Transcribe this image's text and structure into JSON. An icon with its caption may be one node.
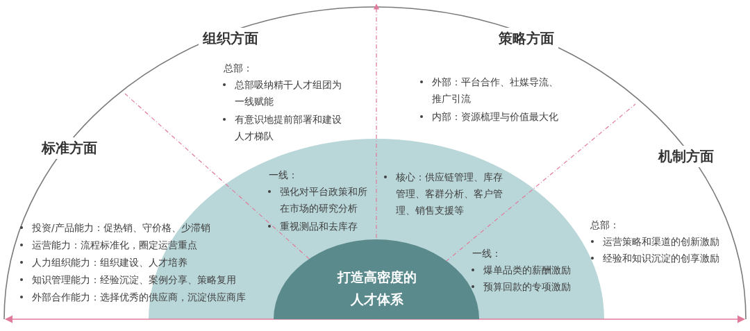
{
  "diagram": {
    "nodes": [
      {
        "text": [
          "打造高密度的人才体系"
        ]
      }
    ],
    "labels": [
      "组织方面",
      "策略方面",
      "总部：",
      "总部吸纳精干人才组团为一线赋能",
      "有意识地提前部署和建设人才梯队",
      "外部：平台合作、社媒导流、推广引流",
      "内部：资源梳理与价值最大化",
      "标准方面",
      "机制方面",
      "一线：",
      "强化对平台政策和所在市场的研究分析",
      "重视测品和去库存",
      "核心：供应链管理、库存管理、客群分析、客户管理、销售支援等",
      "总部：",
      "运营策略和渠道的创新激励",
      "经验和知识沉淀的创享激励",
      "投资/产品能力：促热销、守价格、少滞销",
      "运营能力：流程标准化，圈定运营重点",
      "人力组织能力：组织建设、人才培养",
      "知识管理能力：经验沉淀、案例分享、策略复用",
      "外部合作能力：选择优秀的供应商，沉淀供应商库",
      "一线：",
      "爆单品类的薪酬激励",
      "预算回款的专项激励"
    ]
  }
}
